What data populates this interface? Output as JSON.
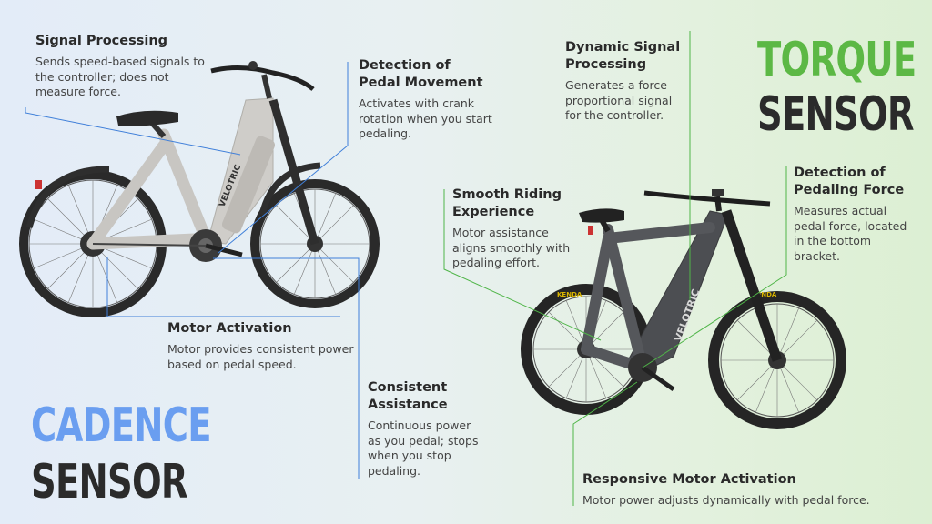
{
  "torque_title": {
    "line1": "TORQUE",
    "line2": "SENSOR"
  },
  "cadence_title": {
    "line1": "CADENCE",
    "line2": "SENSOR"
  },
  "cadence_callouts": {
    "signal_processing": {
      "title": "Signal Processing",
      "desc": "Sends speed-based signals to the controller; does not measure force."
    },
    "pedal_movement": {
      "title": "Detection of Pedal Movement",
      "desc": "Activates with crank rotation when you start pedaling."
    },
    "motor_activation": {
      "title": "Motor Activation",
      "desc": "Motor provides consistent power based on pedal speed."
    },
    "consistent_assistance": {
      "title": "Consistent Assistance",
      "desc": "Continuous power as you pedal; stops when you stop pedaling."
    }
  },
  "torque_callouts": {
    "dynamic_signal": {
      "title": "Dynamic Signal Processing",
      "desc": "Generates a force-proportional signal for the controller."
    },
    "smooth_riding": {
      "title": "Smooth Riding Experience",
      "desc": "Motor assistance aligns smoothly with pedaling effort."
    },
    "pedaling_force": {
      "title": "Detection of Pedaling Force",
      "desc": "Measures actual pedal force, located in the bottom bracket."
    },
    "responsive_motor": {
      "title": "Responsive Motor Activation",
      "desc": "Motor power adjusts dynamically with pedal force."
    }
  },
  "bike_labels": {
    "brand": "VELOTRIC",
    "tire": "KENDA"
  },
  "colors": {
    "cadence_accent": "#6a9ef0",
    "torque_accent": "#5cb845",
    "line_blue": "#3f7fd9",
    "line_green": "#4fb548"
  }
}
